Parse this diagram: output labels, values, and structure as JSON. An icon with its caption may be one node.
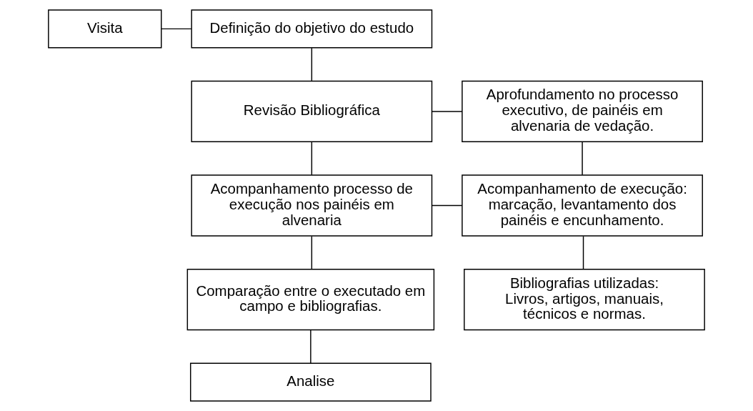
{
  "diagram": {
    "nodes": [
      {
        "text": [
          "Visita"
        ]
      },
      {
        "text": [
          "Definição do objetivo do estudo"
        ]
      },
      {
        "text": [
          "Revisão Bibliográfica"
        ]
      },
      {
        "text": [
          "Aprofundamento no processo executivo, de painéis em alvenaria de vedação."
        ]
      },
      {
        "text": [
          "Acompanhamento processo de execução nos painéis em alvenaria"
        ]
      },
      {
        "text": [
          "Acompanhamento de execução: marcação, levantamento dos painéis e encunhamento."
        ]
      },
      {
        "text": [
          "Comparação entre o executado em campo e bibliografias."
        ]
      },
      {
        "text": [
          "Bibliografias utilizadas: Livros, artigos, manuais, técnicos e normas."
        ]
      },
      {
        "text": [
          "Analise"
        ]
      }
    ],
    "edges": [
      {
        "from": 0,
        "to": 1,
        "arrow": "none"
      },
      {
        "from": 1,
        "to": 2,
        "arrow": "none"
      },
      {
        "from": 2,
        "to": 3,
        "arrow": "none"
      },
      {
        "from": 2,
        "to": 4,
        "arrow": "none"
      },
      {
        "from": 3,
        "to": 5,
        "arrow": "none"
      },
      {
        "from": 4,
        "to": 5,
        "arrow": "none"
      },
      {
        "from": 4,
        "to": 6,
        "arrow": "none"
      },
      {
        "from": 5,
        "to": 7,
        "arrow": "none"
      },
      {
        "from": 6,
        "to": 8,
        "arrow": "none"
      }
    ]
  }
}
